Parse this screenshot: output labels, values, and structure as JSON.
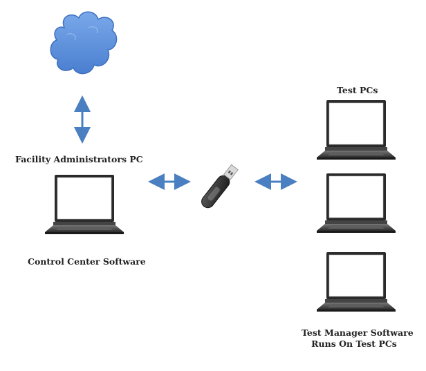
{
  "labels": {
    "admin_pc": "Facility Administrators PC",
    "control_center": "Control Center Software",
    "test_pcs": "Test PCs",
    "test_manager_line1": "Test Manager Software",
    "test_manager_line2": "Runs On Test PCs"
  },
  "icons": {
    "cloud": "cloud-icon",
    "laptop": "laptop-icon",
    "usb_drive": "usb-drive-icon",
    "arrow": "double-arrow-icon"
  },
  "colors": {
    "cloud_fill": "#5b8fdc",
    "cloud_shadow": "#3d6fbe",
    "arrow": "#4a7fc1",
    "laptop_frame": "#2a2a2a",
    "laptop_screen": "#ffffff",
    "text": "#222222"
  }
}
